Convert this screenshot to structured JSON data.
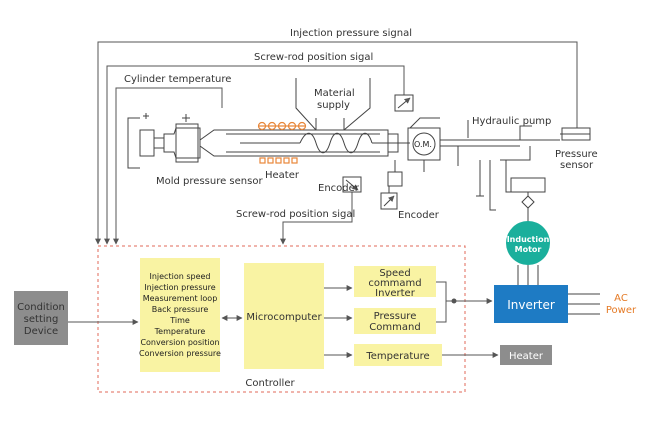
{
  "signals": {
    "injection_pressure_signal": "Injection pressure signal",
    "screw_rod_position_top": "Screw-rod position sigal",
    "cylinder_temperature": "Cylinder temperature",
    "screw_rod_position_bottom": "Screw-rod position sigal"
  },
  "machine": {
    "material_supply_line1": "Material",
    "material_supply_line2": "supply",
    "mold_pressure_sensor": "Mold pressure sensor",
    "heater": "Heater",
    "om": "O.M.",
    "encoder_left": "Encoder",
    "encoder_right": "Encoder",
    "hydraulic_pump": "Hydraulic pump",
    "pressure_sensor_line1": "Pressure",
    "pressure_sensor_line2": "sensor",
    "induction_motor_line1": "Induction",
    "induction_motor_line2": "Motor"
  },
  "condition_device": {
    "line1": "Condition",
    "line2": "setting",
    "line3": "Device"
  },
  "controller": {
    "label": "Controller",
    "settings": [
      "Injection speed",
      "Injection pressure",
      "Measurement loop",
      "Back pressure",
      "Time",
      "Temperature",
      "Conversion position",
      "Conversion pressure"
    ],
    "microcomputer": "Microcomputer",
    "speed_command_line1": "Speed",
    "speed_command_line2": "commamd",
    "speed_command_line3": "Inverter",
    "pressure_command_line1": "Pressure",
    "pressure_command_line2": "Command",
    "temperature": "Temperature"
  },
  "inverter": "Inverter",
  "ac_power_line1": "AC",
  "ac_power_line2": "Power",
  "heater_output": "Heater",
  "colors": {
    "yellow_box": "#f9f3a3",
    "controller_border": "#e06a5a",
    "inverter_blue": "#1e7bc4",
    "motor_teal": "#1aaf9c",
    "gray_box": "#8d8d8d",
    "heater_orange": "#e8873a",
    "ac_orange": "#e57a25",
    "line": "#555555"
  }
}
